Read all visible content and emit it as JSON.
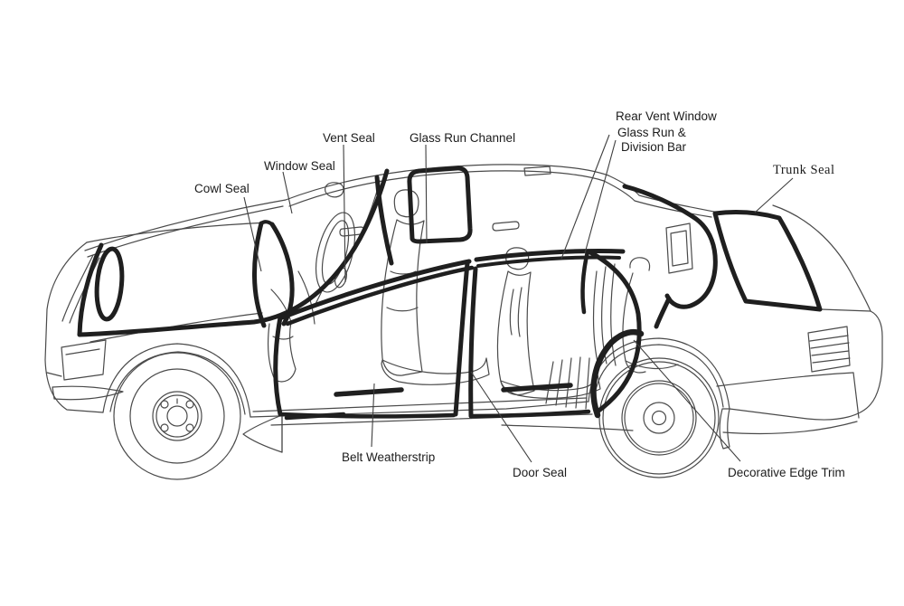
{
  "diagram": {
    "type": "car-weatherstrip-seal-diagram",
    "labels": {
      "cowl_seal": "Cowl Seal",
      "window_seal": "Window Seal",
      "vent_seal": "Vent Seal",
      "glass_run_channel": "Glass Run Channel",
      "rear_vent_window": {
        "line1": "Rear Vent Window",
        "line2": "Glass Run &",
        "line3": "Division Bar"
      },
      "trunk_seal": "Trunk Seal",
      "belt_weatherstrip": "Belt Weatherstrip",
      "door_seal": "Door Seal",
      "decorative_edge_trim": "Decorative Edge Trim"
    },
    "colors": {
      "background": "#ffffff",
      "thin_line": "#4a4a4a",
      "seal_line": "#1f1f1f",
      "label_text": "#1c1c1c"
    }
  }
}
